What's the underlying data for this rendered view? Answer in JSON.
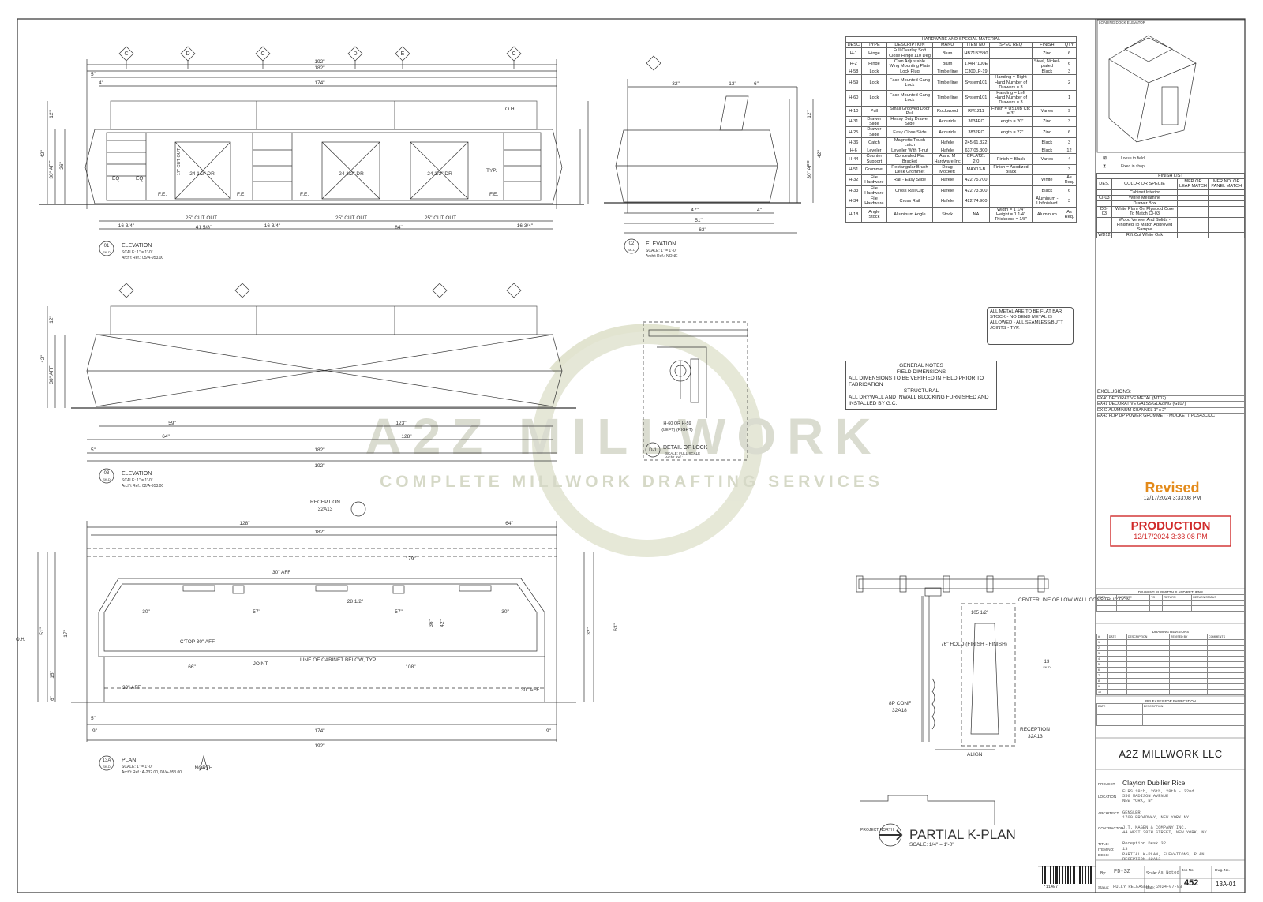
{
  "hardware": {
    "title": "HARDWARE AND SPECIAL MATERIAL",
    "columns": [
      "DESC",
      "TYPE",
      "DESCRIPTION",
      "MANU",
      "ITEM NO",
      "SPEC REQ",
      "FINISH",
      "QTY"
    ],
    "rows": [
      [
        "H-1",
        "Hinge",
        "Full Overlay Soft Close Hinge 110 Deg",
        "Blum",
        "HB71B3590",
        "",
        "Zinc",
        "6"
      ],
      [
        "H-2",
        "Hinge",
        "Cam Adjustable Wing Mounting Plate",
        "Blum",
        "174H7100E",
        "",
        "Steel, Nickel-plated",
        "6"
      ],
      [
        "H-58",
        "Lock",
        "Lock Plug",
        "Timberline",
        "C300LP-19",
        "",
        "Black",
        "3"
      ],
      [
        "H-59",
        "Lock",
        "Face Mounted Gang Lock",
        "Timberline",
        "System101",
        "Handing = Right Hand Number of Drawers = 3",
        "",
        "2"
      ],
      [
        "H-60",
        "Lock",
        "Face Mounted Gang Lock",
        "Timberline",
        "System101",
        "Handing = Left Hand Number of Drawers = 3",
        "",
        "1"
      ],
      [
        "H-10",
        "Pull",
        "Small Grooved Door Pull",
        "Rockwood",
        "RM1211",
        "Finish = US10B Ctc = 3\"",
        "Varies",
        "9"
      ],
      [
        "H-31",
        "Drawer Slide",
        "Heavy Duty Drawer Slide",
        "Accuride",
        "3634EC",
        "Length = 20\"",
        "Zinc",
        "3"
      ],
      [
        "H-25",
        "Drawer Slide",
        "Easy Close Slide",
        "Accuride",
        "3832EC",
        "Length = 22\"",
        "Zinc",
        "6"
      ],
      [
        "H-36",
        "Catch",
        "Magnetic Touch Latch",
        "Hafele",
        "245.61.322",
        "",
        "Black",
        "3"
      ],
      [
        "H-6",
        "Leveler",
        "Leveller With T-nut",
        "Hafele",
        "637.05.300",
        "",
        "Black",
        "12"
      ],
      [
        "H-44",
        "Counter Support",
        "Concealed Flat Bracket",
        "A and M Hardware Inc",
        "CFLAT21 2.0",
        "Finish = Black",
        "Varies",
        "4"
      ],
      [
        "H-51",
        "Grommet",
        "Rectangular Brush Desk Grommet",
        "Doug Mockett",
        "MAX13-B",
        "Finish = Anodized Black",
        "",
        "3"
      ],
      [
        "H-32",
        "File Hardware",
        "Rail - Easy Slide",
        "Hafele",
        "422.75.700",
        "",
        "White",
        "As Req."
      ],
      [
        "H-33",
        "File Hardware",
        "Cross Rail Clip",
        "Hafele",
        "422.73.300",
        "",
        "Black",
        "6"
      ],
      [
        "H-34",
        "File Hardware",
        "Cross Rail",
        "Hafele",
        "422.74.900",
        "",
        "Aluminum - Unfinished",
        "3"
      ],
      [
        "H-18",
        "Angle Stock",
        "Aluminum Angle",
        "Stock",
        "NA",
        "Width = 1 1/4\" Height = 1 1/4\" Thickness = 1/8\"",
        "Aluminum",
        "As Req."
      ]
    ]
  },
  "finish": {
    "title": "FINISH LIST",
    "columns": [
      "DES.",
      "COLOR OR SPECIE",
      "MFR OR LEAF MATCH",
      "MFR NO. OR PANEL MATCH"
    ],
    "rows": [
      [
        "",
        "Cabinet Interior",
        "",
        ""
      ],
      [
        "CI-03",
        "White Melamine",
        "",
        ""
      ],
      [
        "",
        "Drawer Box",
        "",
        ""
      ],
      [
        "DB-03",
        "White Plam On Plywood Core To Match CI-03",
        "",
        ""
      ],
      [
        "",
        "Wood Veneer And Solids - Finished To Match Approved Sample",
        "",
        ""
      ],
      [
        "WD12",
        "Rift Cut White Oak",
        "",
        ""
      ]
    ]
  },
  "legend": {
    "loose": "Loose to field",
    "fixed": "Fixed in shop",
    "iso_title": "LOADING DOCK ELEVATOR"
  },
  "exclusions": {
    "title": "EXCLUSIONS:",
    "items": [
      [
        "EX40",
        "DECORATIVE METAL (MT02)"
      ],
      [
        "EX41",
        "DECORATIVE GALSS GLAZING (GL07)"
      ],
      [
        "EX42",
        "ALUMINUM CHANNEL 1\" x 2\""
      ],
      [
        "EX43",
        "FLIP UP POWER GROMMET - MOCKETT PCS43C/UC"
      ]
    ]
  },
  "metal_note": "ALL METAL ARE TO BE FLAT BAR STOCK - NO BEND METAL IS ALLOWED - ALL SEAMLESS/BUTT JOINTS - TYP.",
  "general_notes": {
    "title": "GENERAL NOTES",
    "field_title": "FIELD DIMENSIONS",
    "field_text": "ALL DIMENSIONS TO BE VERIFIED IN FIELD PRIOR TO FABRICATION",
    "struct_title": "STRUCTURAL",
    "struct_text": "ALL DRYWALL AND INWALL BLOCKING FURNISHED AND INSTALLED BY G.C."
  },
  "stamps": {
    "revised": "Revised",
    "revised_date": "12/17/2024  3:33:08 PM",
    "production": "PRODUCTION",
    "production_date": "12/17/2024 3:33:08 PM"
  },
  "watermark": {
    "title": "A2Z MILLWORK",
    "subtitle": "COMPLETE MILLWORK DRAFTING SERVICES"
  },
  "views": {
    "elev01": {
      "tag": "01",
      "ref": "SK-D",
      "title": "ELEVATION",
      "scale": "SCALE: 1\" = 1'-0\"",
      "archref": "Arch't Ref.: 05/A-953.00"
    },
    "elev02": {
      "tag": "02",
      "ref": "SK-D",
      "title": "ELEVATION",
      "scale": "SCALE: 1\" = 1'-0\"",
      "archref": "Arch't Ref.: NONE"
    },
    "elev03": {
      "tag": "03",
      "ref": "SK-D",
      "title": "ELEVATION",
      "scale": "SCALE: 1\" = 1'-0\"",
      "archref": "Arch't Ref.: 02/A-953.00"
    },
    "lock": {
      "tag": "D-1",
      "title": "DETAIL OF LOCK",
      "scale": "SCALE: FULL SCALE",
      "archref": "Arch't Ref.:",
      "caption1": "H-60  OR  H-59",
      "caption2": "(LEFT)  (RIGHT)"
    },
    "plan": {
      "tag": "13A",
      "ref": "SK-D",
      "title": "PLAN",
      "scale": "SCALE: 1\" = 1'-0\"",
      "archref": "Arch't Ref.: A-232.00, 08/A-953.00",
      "north": "NORTH"
    },
    "kplan": {
      "title": "PARTIAL K-PLAN",
      "scale": "SCALE: 1/4\" = 1'-0\"",
      "north": "PROJECT NORTH"
    }
  },
  "dims": {
    "e1_overall": "192\"",
    "e1_182": "182\"",
    "e1_174": "174\"",
    "e1_5a": "5\"",
    "e1_4a": "4\"",
    "e1_h42": "42\"",
    "e1_h30": "30\" AFF",
    "e1_h26": "26\"",
    "e1_h12": "12\"",
    "e1_b1": "16 3/4\"",
    "e1_b2": "41 5/8\"",
    "e1_b3": "16 3/4\"",
    "e1_b4": "84\"",
    "e1_b5": "16 3/4\"",
    "e1_cut": "25\" CUT OUT",
    "e1_dr": "24 1/2\" DR",
    "e1_fe": "F.E.",
    "e1_eq": "EQ",
    "e1_typ": "TYP.",
    "e1_oh": "O.H.",
    "e1_cutout": "17\" CUT OUT",
    "e2_32": "32\"",
    "e2_13": "13\"",
    "e2_6": "6\"",
    "e2_47": "47\"",
    "e2_51": "51\"",
    "e2_63": "63\"",
    "e2_h42": "42\"",
    "e2_h30": "30\" AFF",
    "e2_h12": "12\"",
    "e2_4": "4\"",
    "e3_59": "59\"",
    "e3_123": "123\"",
    "e3_64": "64\"",
    "e3_128": "128\"",
    "e3_182": "182\"",
    "e3_192": "192\"",
    "e3_h42": "42\"",
    "e3_h30": "30\" AFF",
    "e3_h12": "12\"",
    "e3_5": "5\"",
    "p_128": "128\"",
    "p_64": "64\"",
    "p_182": "182\"",
    "p_174": "174\"",
    "p_192": "192\"",
    "p_30aff": "30\" AFF",
    "p_ctop": "C'TOP 30\" AFF",
    "p_30": "30\"",
    "p_57": "57\"",
    "p_66": "66\"",
    "p_108": "108\"",
    "p_51": "51\"",
    "p_63": "63\"",
    "p_36": "36\"",
    "p_42": "42\"",
    "p_32": "32\"",
    "p_17": "17\"",
    "p_15": "15\"",
    "p_6": "6\"",
    "p_joint": "JOINT",
    "p_line": "LINE OF CABINET BELOW, TYP.",
    "p_reception": "RECEPTION",
    "p_room": "32A13",
    "p_oh": "O.H.",
    "p_9": "9\"",
    "p_5": "5\"",
    "p_179": "179\"",
    "p_28": "28 1/2\""
  },
  "kplan": {
    "centerline": "CENTERLINE OF LOW WALL CONSTRUCTION",
    "hold": "76\" HOLD (FINISH - FINISH)",
    "conf": "8P CONF",
    "conf_room": "32A18",
    "reception": "RECEPTION",
    "reception_room": "32A13",
    "align": "ALIGN",
    "dim": "105 1/2\"",
    "tag": "13",
    "tag_ref": "SK-D"
  },
  "sections": [
    "C",
    "D",
    "C",
    "D",
    "E",
    "C"
  ],
  "title_block": {
    "company": "A2Z MILLWORK LLC",
    "project_label": "PROJECT",
    "project": "Clayton Dubilier Rice",
    "location_label": "LOCATION",
    "location": [
      "FLRS 18th, 26th, 28th - 32nd",
      "550 MADISON AVENUE",
      "NEW YORK, NY"
    ],
    "architect_label": "ARCHITECT",
    "architect": [
      "GENSLER",
      "1700 BROADWAY, NEW YORK NY"
    ],
    "contractor_label": "CONTRACTOR",
    "contractor": [
      "J.T. MAGEN & COMPANY INC.",
      "44 WEST 28TH STREET, NEW YORK, NY"
    ],
    "title_label": "TITLE:",
    "title": "Reception Desk 32",
    "item_label": "ITEM NO:",
    "item": "13",
    "desc_label": "DESC:",
    "desc": [
      "PARTIAL K-PLAN, ELEVATIONS, PLAN",
      "RECEPTION 32A13"
    ],
    "by_label": "By:",
    "by": "PD-SZ",
    "scale_label": "Scale:",
    "scale": "As Noted",
    "job_label": "Job No.",
    "job": "452",
    "dwg_label": "Dwg. No.",
    "dwg": "13A-01",
    "status_label": "Status:",
    "status": "FULLY RELEASED",
    "date_label": "Date:",
    "date": "2024-07-03",
    "barcode": "*11487*"
  },
  "submittals": {
    "title": "DRAWING SUBMITTALS AND RETURNS",
    "columns": [
      "DATE",
      "PURPOSE",
      "TO",
      "RETURN",
      "RETURN STATUS"
    ]
  },
  "revisions": {
    "title": "DRAWING REVISIONS",
    "columns": [
      "#",
      "DATE",
      "DESCRIPTION",
      "REVISED BY",
      "COMMENTS"
    ]
  },
  "releases": {
    "title": "RELEASES FOR FABRICATION",
    "columns": [
      "DATE",
      "DESCRIPTION"
    ]
  },
  "colors": {
    "line": "#333333",
    "light": "#8a8a8a",
    "stamp": "#d02a2a",
    "revised": "#e38a1a",
    "watermark": "#c8cbb0"
  }
}
